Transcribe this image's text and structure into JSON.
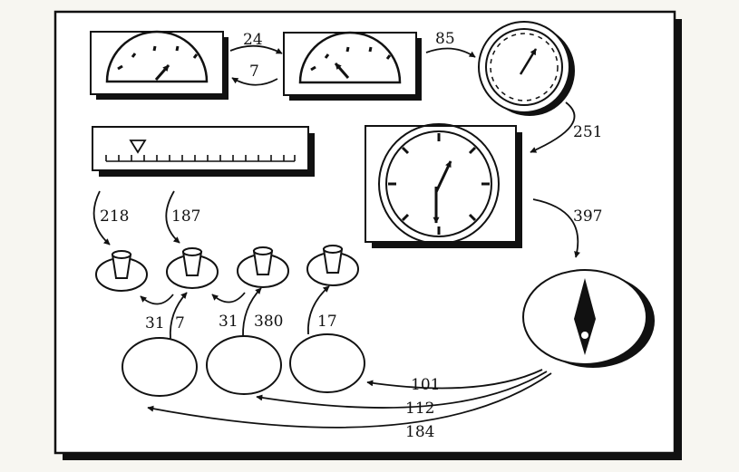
{
  "colors": {
    "ink": "#111111",
    "paper": "#ffffff",
    "page": "#f7f6f1",
    "shadow": "#111111"
  },
  "arrows": [
    {
      "id": "arrow-24",
      "label": "24"
    },
    {
      "id": "arrow-7a",
      "label": "7"
    },
    {
      "id": "arrow-85",
      "label": "85"
    },
    {
      "id": "arrow-251",
      "label": "251"
    },
    {
      "id": "arrow-397",
      "label": "397"
    },
    {
      "id": "arrow-218",
      "label": "218"
    },
    {
      "id": "arrow-187",
      "label": "187"
    },
    {
      "id": "arrow-31a",
      "label": "31"
    },
    {
      "id": "arrow-7b",
      "label": "7"
    },
    {
      "id": "arrow-31b",
      "label": "31"
    },
    {
      "id": "arrow-380",
      "label": "380"
    },
    {
      "id": "arrow-17",
      "label": "17"
    },
    {
      "id": "arrow-101",
      "label": "101"
    },
    {
      "id": "arrow-112",
      "label": "112"
    },
    {
      "id": "arrow-184",
      "label": "184"
    }
  ],
  "icons": [
    "semicircle-gauge-icon",
    "round-dial-icon",
    "clock-dial-icon",
    "linear-scale-icon",
    "push-button-icon",
    "round-lamp-icon",
    "compass-icon"
  ]
}
